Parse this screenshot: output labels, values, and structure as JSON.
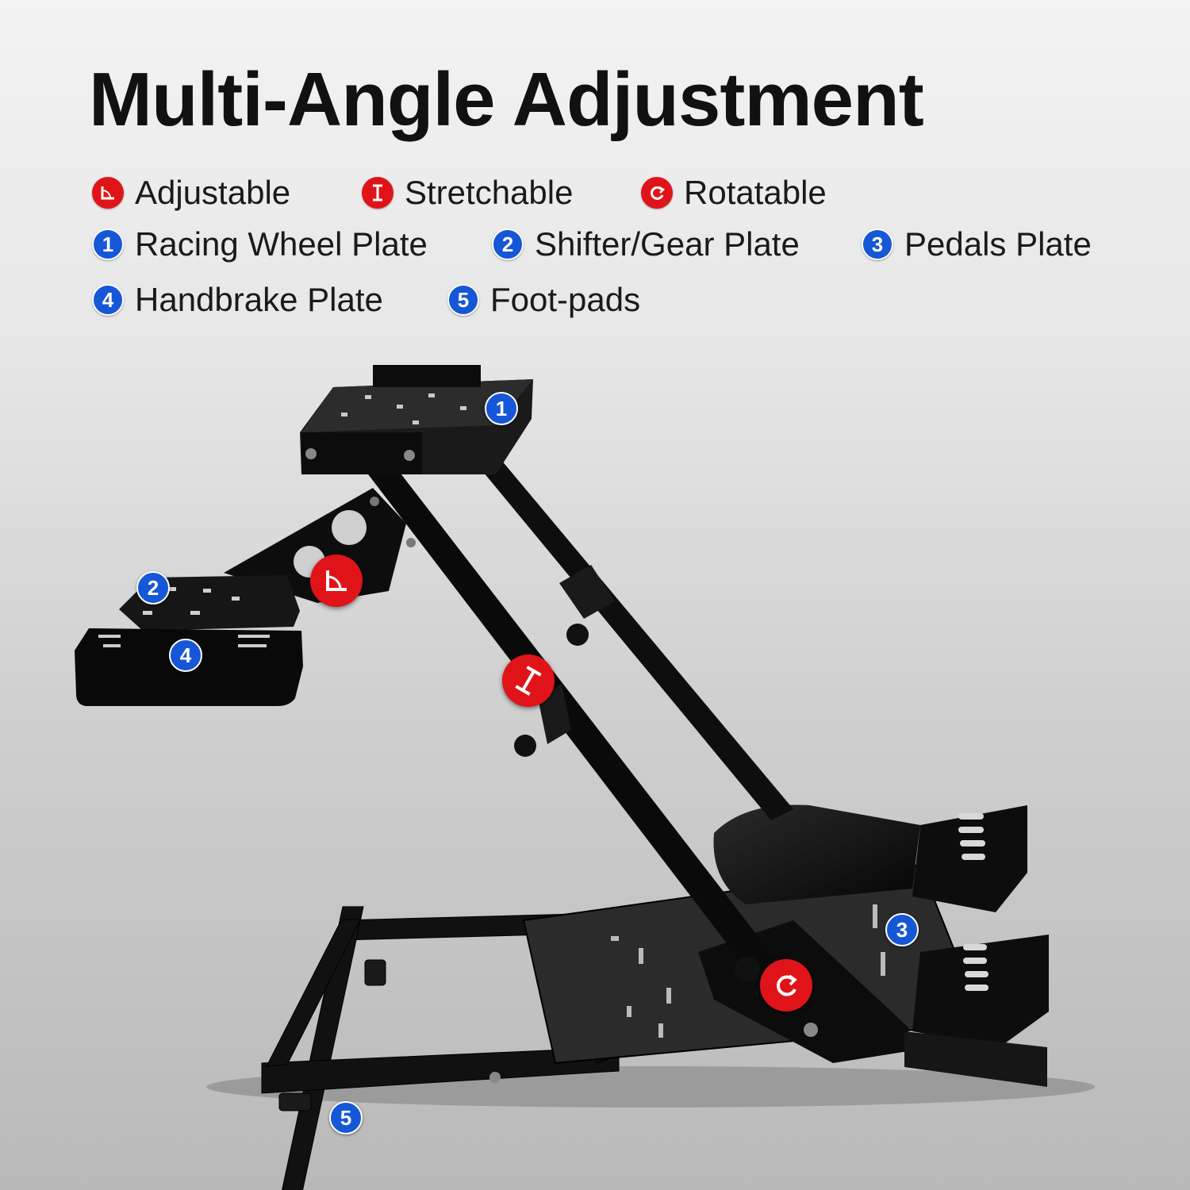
{
  "title": "Multi-Angle Adjustment",
  "legend": {
    "symbols": [
      {
        "icon": "adjustable-icon",
        "label": "Adjustable"
      },
      {
        "icon": "stretchable-icon",
        "label": "Stretchable"
      },
      {
        "icon": "rotatable-icon",
        "label": "Rotatable"
      }
    ],
    "parts": [
      {
        "number": "1",
        "label": "Racing Wheel Plate"
      },
      {
        "number": "2",
        "label": "Shifter/Gear Plate"
      },
      {
        "number": "3",
        "label": "Pedals Plate"
      },
      {
        "number": "4",
        "label": "Handbrake Plate"
      },
      {
        "number": "5",
        "label": "Foot-pads"
      }
    ]
  },
  "callouts": [
    "1",
    "2",
    "3",
    "4",
    "5"
  ],
  "colors": {
    "accent_red": "#e01418",
    "accent_blue": "#1557d6",
    "frame": "#111111"
  }
}
